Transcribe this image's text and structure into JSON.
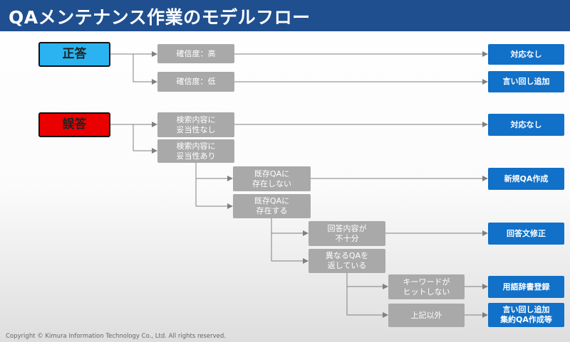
{
  "title": "QAメンテナンス作業のモデルフロー",
  "roots": {
    "correct": "正答",
    "wrong": "誤答"
  },
  "conditions": {
    "confidence_high": "確信度：高",
    "confidence_low": "確信度：低",
    "search_inappropriate": "検索内容に\n妥当性なし",
    "search_appropriate": "検索内容に\n妥当性あり",
    "qa_not_exist": "既存QAに\n存在しない",
    "qa_exist": "既存QAに\n存在する",
    "answer_insufficient": "回答内容が\n不十分",
    "other_qa_returned": "異なるQAを\n返している",
    "keyword_no_hit": "キーワードが\nヒットしない",
    "other": "上記以外"
  },
  "actions": {
    "no_action_1": "対応なし",
    "add_paraphrase_1": "言い回し追加",
    "no_action_2": "対応なし",
    "new_qa": "新規QA作成",
    "fix_answer": "回答文修正",
    "register_glossary": "用語辞書登録",
    "paraphrase_consolidate": "言い回し追加\n集約QA作成等"
  },
  "footer": "Copyright © Kimura Information Technology Co., Ltd. All rights reserved."
}
